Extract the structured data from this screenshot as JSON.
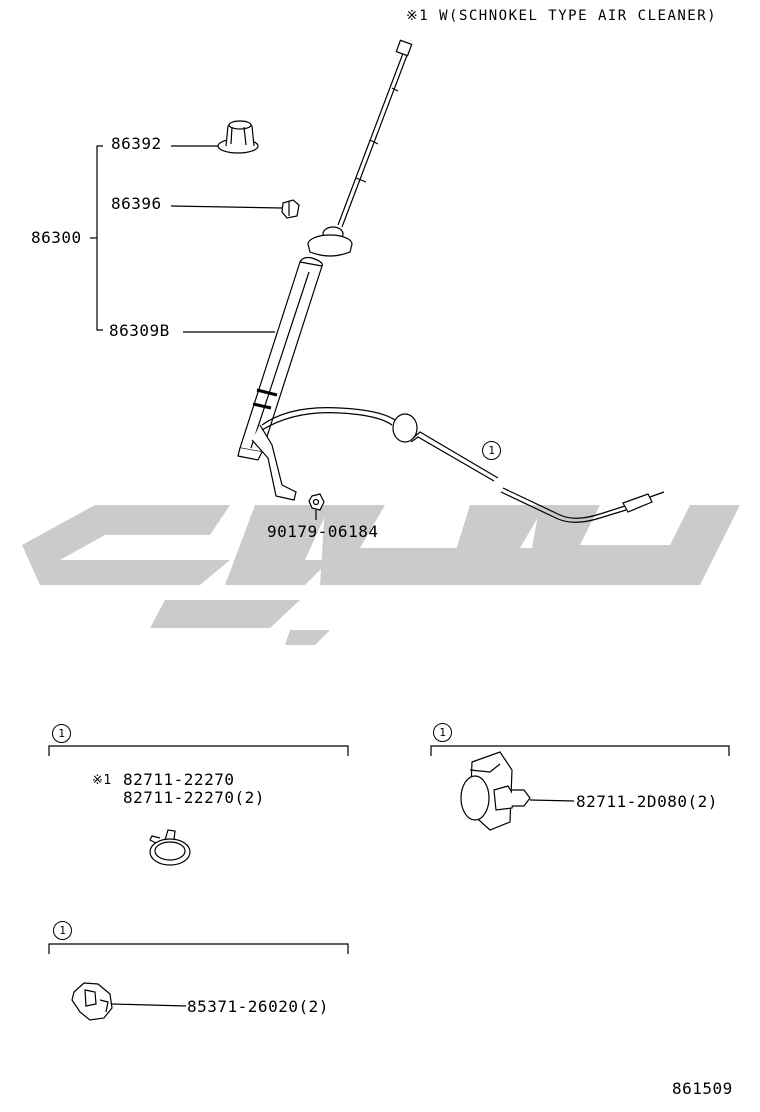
{
  "header": {
    "note": "※1 W(SCHNOKEL TYPE AIR CLEANER)"
  },
  "main_assembly": {
    "group_part": "86300",
    "parts": [
      {
        "id": "86392"
      },
      {
        "id": "86396"
      },
      {
        "id": "86309B"
      }
    ],
    "bolt_part": "90179-06184",
    "cable_ref": "1"
  },
  "detail_1": {
    "ref": "1",
    "mark": "※1",
    "parts": [
      "82711-22270",
      "82711-22270(2)"
    ]
  },
  "detail_2": {
    "ref": "1",
    "part": "82711-2D080(2)"
  },
  "detail_3": {
    "ref": "1",
    "part": "85371-26020(2)"
  },
  "footer": {
    "diagram_id": "861509"
  },
  "watermark": {
    "color": "#c8c8c8"
  }
}
